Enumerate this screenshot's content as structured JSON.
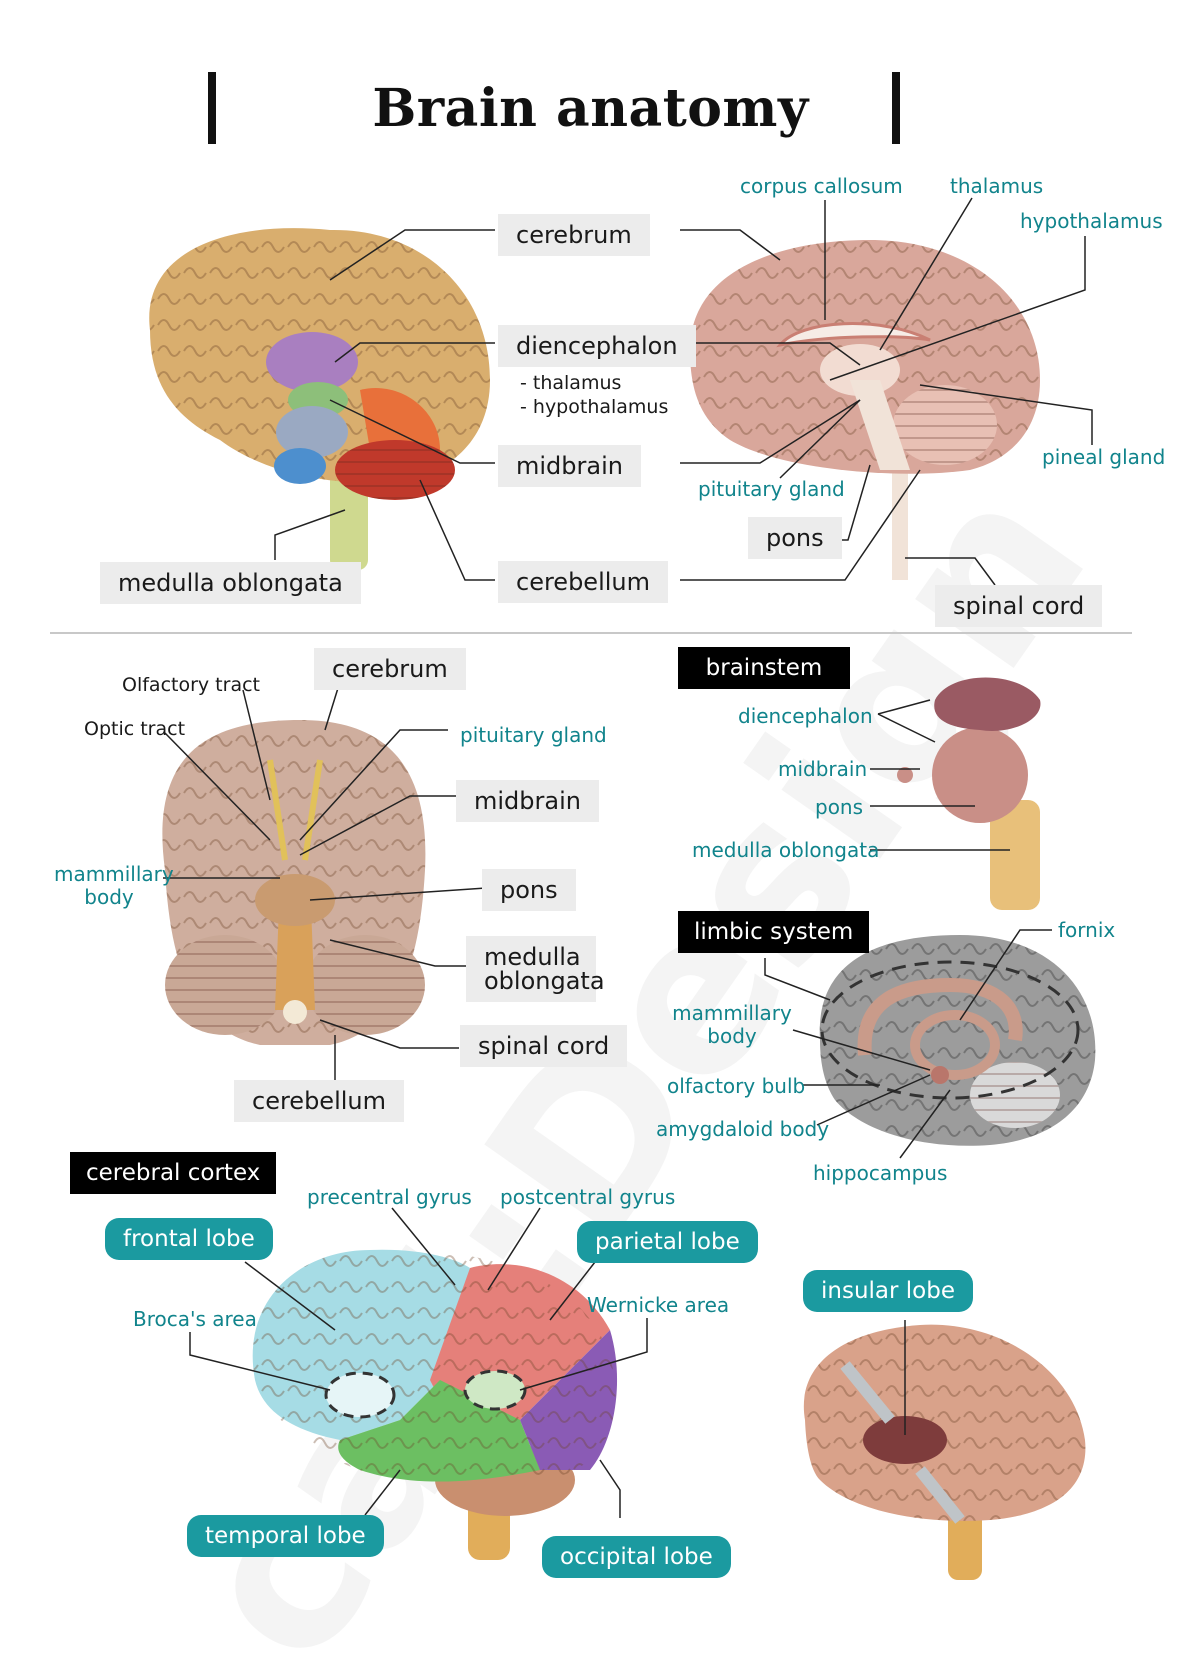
{
  "title": "Brain anatomy",
  "watermark": "call:Design",
  "section1": {
    "left_labels": {
      "cerebrum": "cerebrum",
      "diencephalon": "diencephalon",
      "dien_sub1": "- thalamus",
      "dien_sub2": "- hypothalamus",
      "midbrain": "midbrain",
      "cerebellum": "cerebellum",
      "medulla": "medulla oblongata",
      "pons": "pons",
      "spinal_cord": "spinal cord"
    },
    "right_labels": {
      "corpus_callosum": "corpus callosum",
      "thalamus": "thalamus",
      "hypothalamus": "hypothalamus",
      "pineal_gland": "pineal gland",
      "pituitary_gland": "pituitary gland"
    }
  },
  "section2": {
    "olfactory_tract": "Olfactory tract",
    "optic_tract": "Optic tract",
    "cerebrum": "cerebrum",
    "pituitary_gland": "pituitary gland",
    "midbrain": "midbrain",
    "mammillary_body_l1": "mammillary",
    "mammillary_body_l2": "body",
    "pons": "pons",
    "medulla_l1": "medulla",
    "medulla_l2": "oblongata",
    "spinal_cord": "spinal cord",
    "cerebellum": "cerebellum",
    "brainstem": {
      "heading": "brainstem",
      "diencephalon": "diencephalon",
      "midbrain": "midbrain",
      "pons": "pons",
      "medulla": "medulla oblongata"
    },
    "limbic": {
      "heading": "limbic system",
      "fornix": "fornix",
      "mammillary_l1": "mammillary",
      "mammillary_l2": "body",
      "olfactory_bulb": "olfactory bulb",
      "amygdaloid_body": "amygdaloid body",
      "hippocampus": "hippocampus"
    }
  },
  "section3": {
    "heading": "cerebral cortex",
    "precentral_gyrus": "precentral gyrus",
    "postcentral_gyrus": "postcentral gyrus",
    "frontal_lobe": "frontal lobe",
    "parietal_lobe": "parietal lobe",
    "brocas_area": "Broca's area",
    "wernicke_area": "Wernicke area",
    "temporal_lobe": "temporal lobe",
    "occipital_lobe": "occipital lobe",
    "insular_lobe": "insular lobe"
  },
  "colors": {
    "teal_text": "#11848c",
    "teal_pill": "#1b9aa0",
    "label_box": "#ececec",
    "brain_tan": "#d9ae6e",
    "brain_pink": "#d9a79b",
    "diencephalon": "#a97fc0",
    "midbrain": "#8dbf7a",
    "pons_region": "#9aa9c2",
    "medulla_region": "#4d8fce",
    "occipital_orange": "#e8703a",
    "cerebellum_red": "#c0392b",
    "frontal": "#a6dce5",
    "parietal": "#e5807a",
    "temporal": "#6cbf62",
    "occipital": "#8a5bb5"
  }
}
